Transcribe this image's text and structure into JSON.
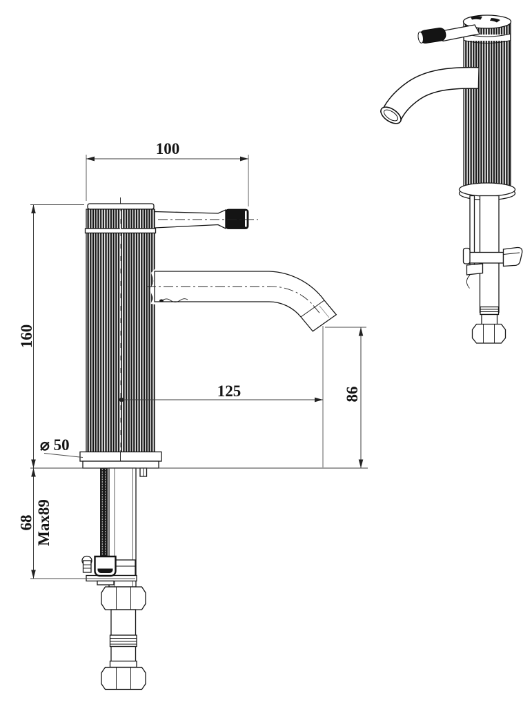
{
  "drawing": {
    "background_color": "#ffffff",
    "line_color": "#161616",
    "dimension_line_color": "#3b3b3b",
    "ribbed_fill_color": "#161616"
  },
  "dimensions": {
    "handle_span": "100",
    "body_height": "160",
    "spout_reach": "125",
    "spout_outlet_height": "86",
    "base_diameter": "⌀ 50",
    "deck_to_bracket": "68",
    "deck_to_bracket_max": "Max89"
  }
}
